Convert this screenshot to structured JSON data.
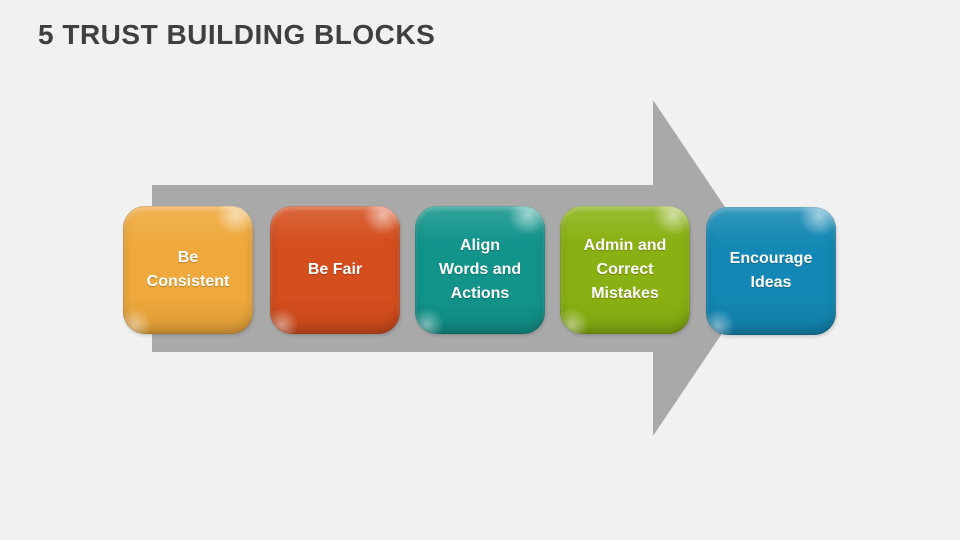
{
  "slide": {
    "title": "5 TRUST BUILDING BLOCKS",
    "title_color": "#3F3F3F",
    "background_color": "#F1F1F2"
  },
  "diagram": {
    "arrow": {
      "shape": "right-arrow",
      "color": "#A9A9A9"
    },
    "text_color": "#FFFFFF",
    "blocks": [
      {
        "id": "be-consistent",
        "label": "Be\nConsistent",
        "color": "#EFA93C"
      },
      {
        "id": "be-fair",
        "label": "Be Fair",
        "color": "#D54E1E"
      },
      {
        "id": "align-words-and-actions",
        "label": "Align\nWords and\nActions",
        "color": "#12948B"
      },
      {
        "id": "admin-and-correct-mistakes",
        "label": "Admin and\nCorrect\nMistakes",
        "color": "#8AB113"
      },
      {
        "id": "encourage-ideas",
        "label": "Encourage\nIdeas",
        "color": "#1488B4"
      }
    ]
  }
}
